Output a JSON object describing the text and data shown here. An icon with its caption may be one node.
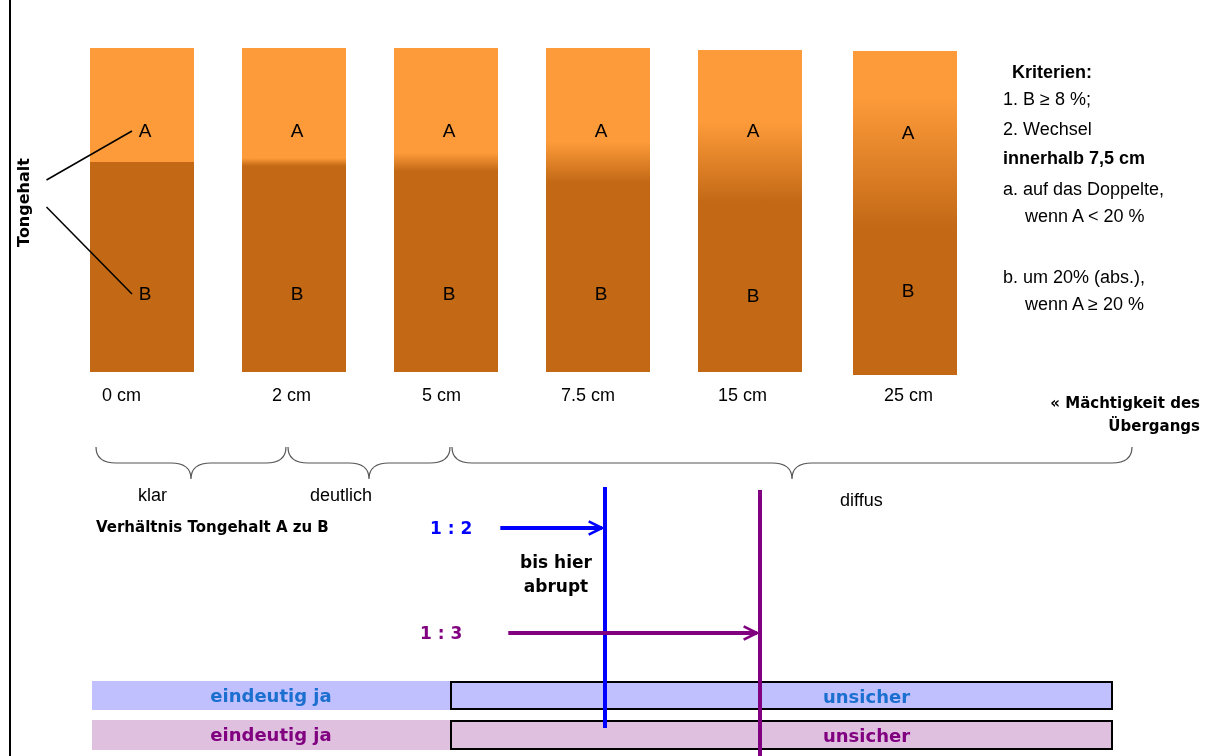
{
  "diagram": {
    "nodes": [
      {
        "text": [
          "Tongehalt"
        ]
      },
      {
        "text": [],
        "shape": "bar"
      },
      {
        "text": [
          "A"
        ],
        "in": 1
      },
      {
        "text": [
          "B"
        ],
        "in": 1
      },
      {
        "text": [],
        "shape": "bar"
      },
      {
        "text": [
          "A"
        ],
        "in": 4
      },
      {
        "text": [
          "B"
        ],
        "in": 4
      },
      {
        "text": [],
        "shape": "bar"
      },
      {
        "text": [
          "A"
        ],
        "in": 7
      },
      {
        "text": [
          "B"
        ],
        "in": 7
      },
      {
        "text": [],
        "shape": "bar"
      },
      {
        "text": [
          "A"
        ],
        "in": 10
      },
      {
        "text": [
          "B"
        ],
        "in": 10
      },
      {
        "text": [],
        "shape": "bar"
      },
      {
        "text": [
          "A"
        ],
        "in": 13
      },
      {
        "text": [
          "B"
        ],
        "in": 13
      },
      {
        "text": [],
        "shape": "bar"
      },
      {
        "text": [
          "A"
        ],
        "in": 16
      },
      {
        "text": [
          "B"
        ],
        "in": 16
      },
      {
        "text": [
          "1 : 2"
        ]
      },
      {
        "text": [],
        "shape": "bar"
      },
      {
        "text": [
          "1 : 3"
        ]
      },
      {
        "text": [],
        "shape": "bar"
      },
      {
        "text": [
          "eindeutig ja"
        ]
      },
      {
        "text": [
          "unsicher"
        ]
      },
      {
        "text": [
          "eindeutig ja"
        ]
      },
      {
        "text": [
          "unsicher"
        ]
      }
    ],
    "edges": [
      {
        "from": 0,
        "to": 2,
        "arrow": "none"
      },
      {
        "from": 0,
        "to": 3,
        "arrow": "none"
      },
      {
        "from": 19,
        "to": 20,
        "arrow": "to",
        "style": "thick",
        "color": "#0000ff"
      },
      {
        "from": 21,
        "to": 22,
        "arrow": "to",
        "style": "thick",
        "color": "#800080"
      }
    ],
    "labels": [
      "Kriterien:",
      "1. B ≥ 8 %;",
      "2. Wechsel",
      "innerhalb 7,5 cm",
      "a. auf das Doppelte, wenn A < 20 %",
      "b. um 20% (abs.), wenn A ≥ 20 %",
      "0 cm",
      "2 cm",
      "5 cm",
      "7.5 cm",
      "15 cm",
      "25 cm",
      "« Mächtigkeit des Übergangs",
      "klar",
      "deutlich",
      "diffus",
      "Verhältnis Tongehalt A zu B",
      "bis hier abrupt"
    ]
  }
}
